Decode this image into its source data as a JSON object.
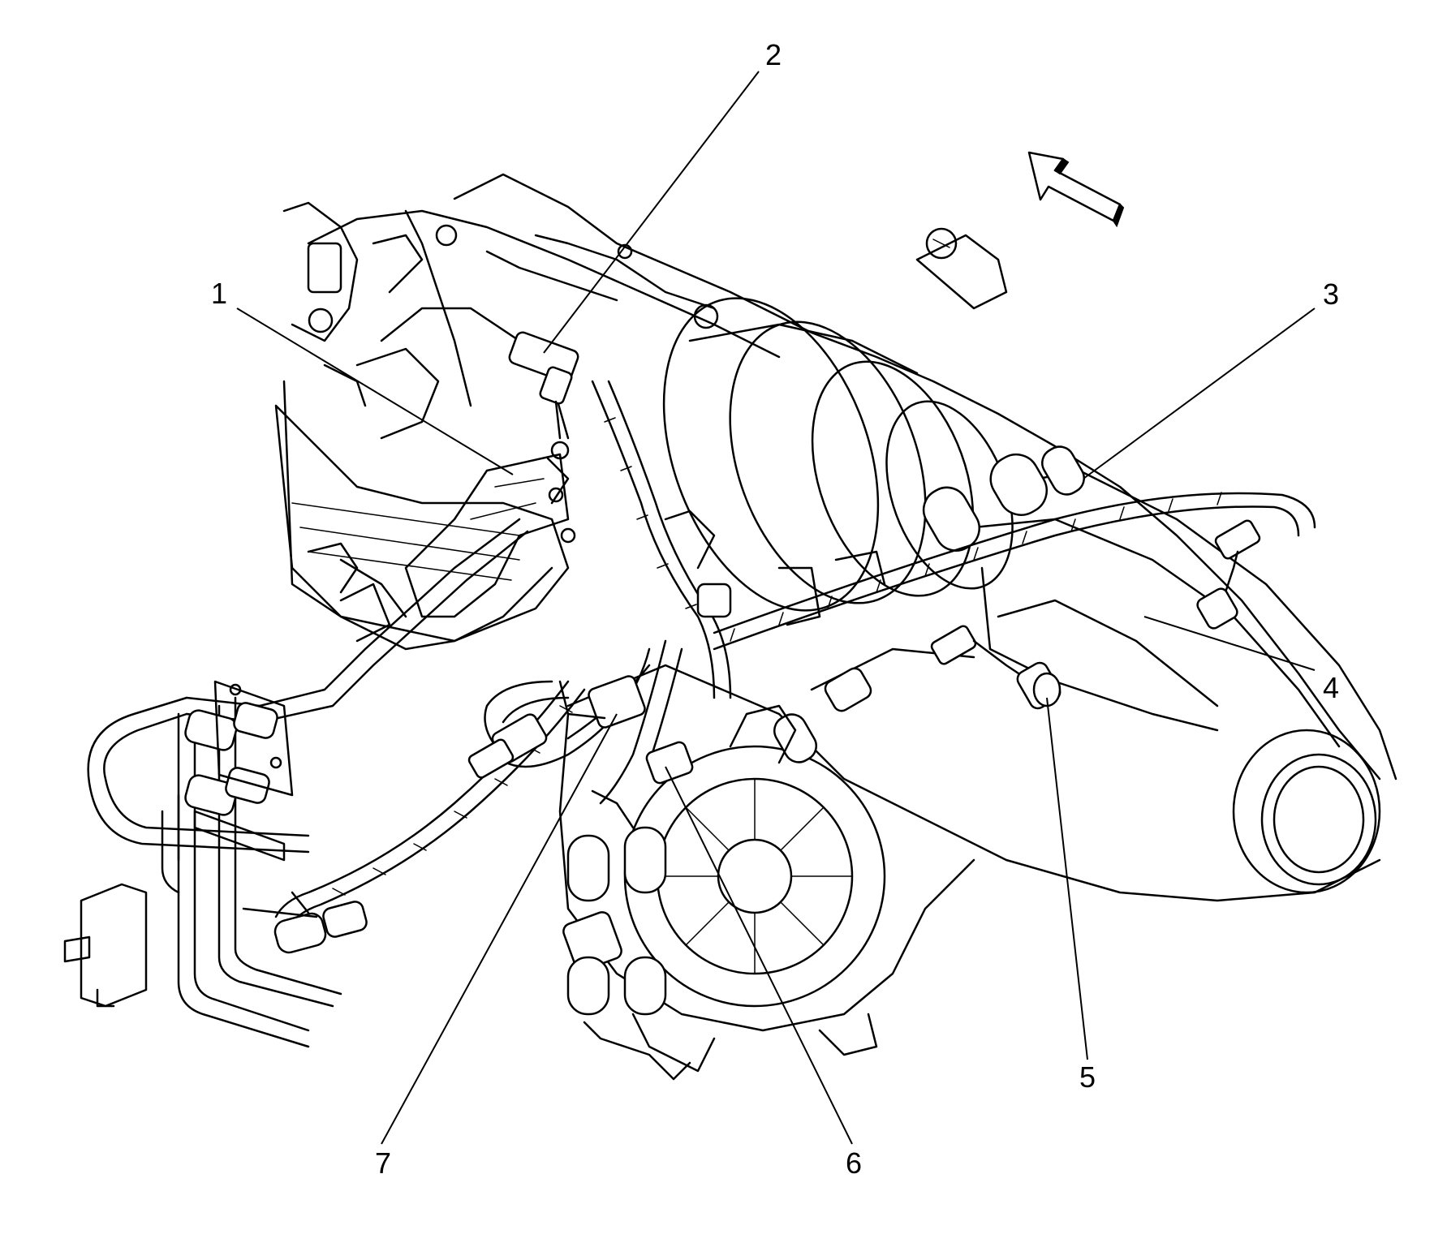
{
  "diagram": {
    "callouts": [
      {
        "id": "1",
        "label": "1"
      },
      {
        "id": "2",
        "label": "2"
      },
      {
        "id": "3",
        "label": "3"
      },
      {
        "id": "4",
        "label": "4"
      },
      {
        "id": "5",
        "label": "5"
      },
      {
        "id": "6",
        "label": "6"
      },
      {
        "id": "7",
        "label": "7"
      }
    ],
    "icons": {
      "direction_arrow": "front-direction-arrow-icon"
    }
  }
}
